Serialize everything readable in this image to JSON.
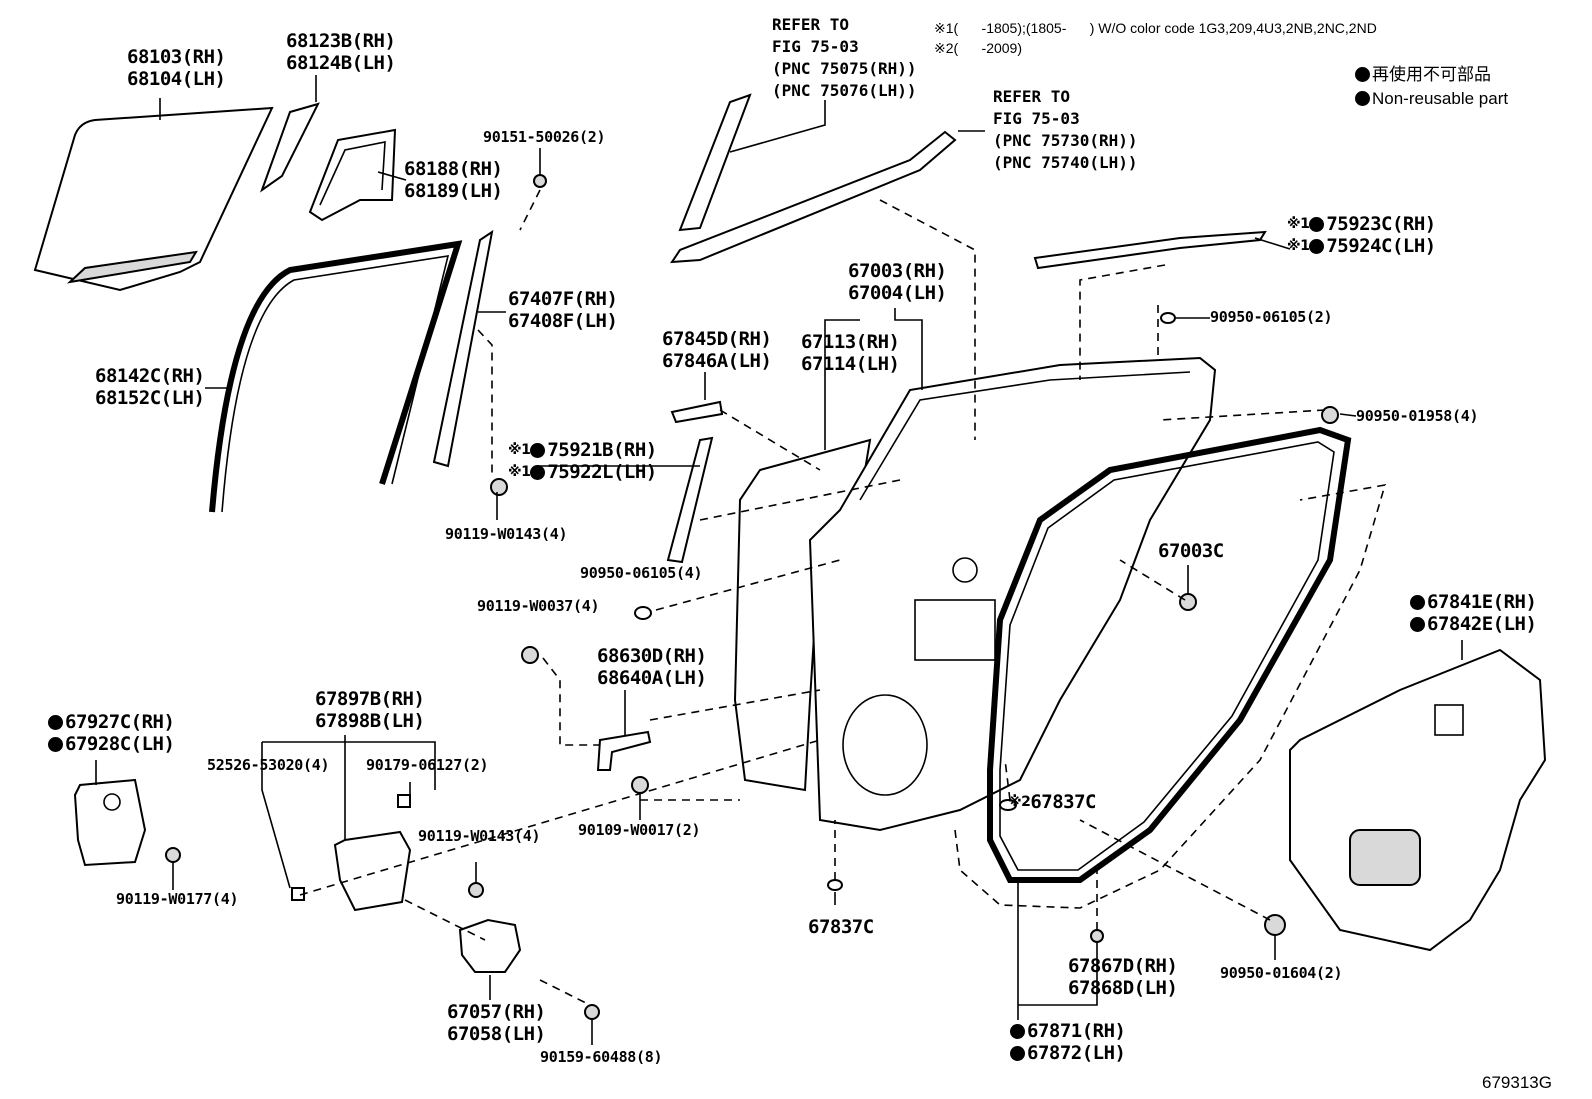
{
  "figure_id": "679313G",
  "legend": {
    "non_reusable_ja": "再使用不可部品",
    "non_reusable_en": "Non-reusable part"
  },
  "notes": {
    "note1_mark": "※1",
    "note1_text": "(      -1805);(1805-      ) W/O color code 1G3,209,4U3,2NB,2NC,2ND",
    "note2_mark": "※2",
    "note2_text": "(      -2009)"
  },
  "refs": [
    {
      "lines": [
        "REFER TO",
        "FIG 75-03",
        "(PNC 75075(RH))",
        "(PNC 75076(LH))"
      ]
    },
    {
      "lines": [
        "REFER TO",
        "FIG 75-03",
        "(PNC 75730(RH))",
        "(PNC 75740(LH))"
      ]
    }
  ],
  "parts": {
    "p68103": "68103(RH)",
    "p68104": "68104(LH)",
    "p68123": "68123B(RH)",
    "p68124": "68124B(LH)",
    "p68188": "68188(RH)",
    "p68189": "68189(LH)",
    "p90151": "90151-50026(2)",
    "p67407": "67407F(RH)",
    "p67408": "67408F(LH)",
    "p68142": "68142C(RH)",
    "p68152": "68152C(LH)",
    "p75921": "75921B(RH)",
    "p75922": "75922L(LH)",
    "p90119a": "90119-W0143(4)",
    "p67845": "67845D(RH)",
    "p67846": "67846A(LH)",
    "p67003": "67003(RH)",
    "p67004": "67004(LH)",
    "p67113": "67113(RH)",
    "p67114": "67114(LH)",
    "p75923": "75923C(RH)",
    "p75924": "75924C(LH)",
    "p90950a": "90950-06105(2)",
    "p90950b": "90950-01958(4)",
    "p67003c": "67003C",
    "p90950c": "90950-06105(4)",
    "p90119b": "90119-W0037(4)",
    "p68630": "68630D(RH)",
    "p68640": "68640A(LH)",
    "p67841": "67841E(RH)",
    "p67842": "67842E(LH)",
    "p67927": "67927C(RH)",
    "p67928": "67928C(LH)",
    "p67897": "67897B(RH)",
    "p67898": "67898B(LH)",
    "p52526": "52526-53020(4)",
    "p90179": "90179-06127(2)",
    "p90119c": "90119-W0143(4)",
    "p90109": "90109-W0017(2)",
    "p67837a": "67837C",
    "p67837b": "67837C",
    "p90119d": "90119-W0177(4)",
    "p67057": "67057(RH)",
    "p67058": "67058(LH)",
    "p90159": "90159-60488(8)",
    "p67867": "67867D(RH)",
    "p67868": "67868D(LH)",
    "p90950d": "90950-01604(2)",
    "p67871": "67871(RH)",
    "p67872": "67872(LH)"
  }
}
